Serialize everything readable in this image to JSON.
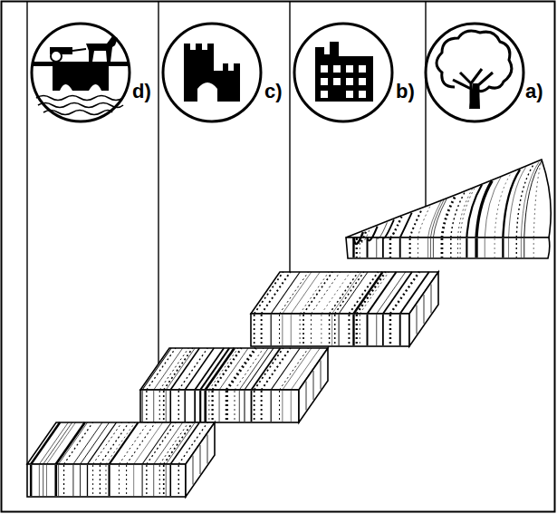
{
  "diagram": {
    "labels": [
      "d)",
      "c)",
      "b)",
      "a)"
    ]
  }
}
